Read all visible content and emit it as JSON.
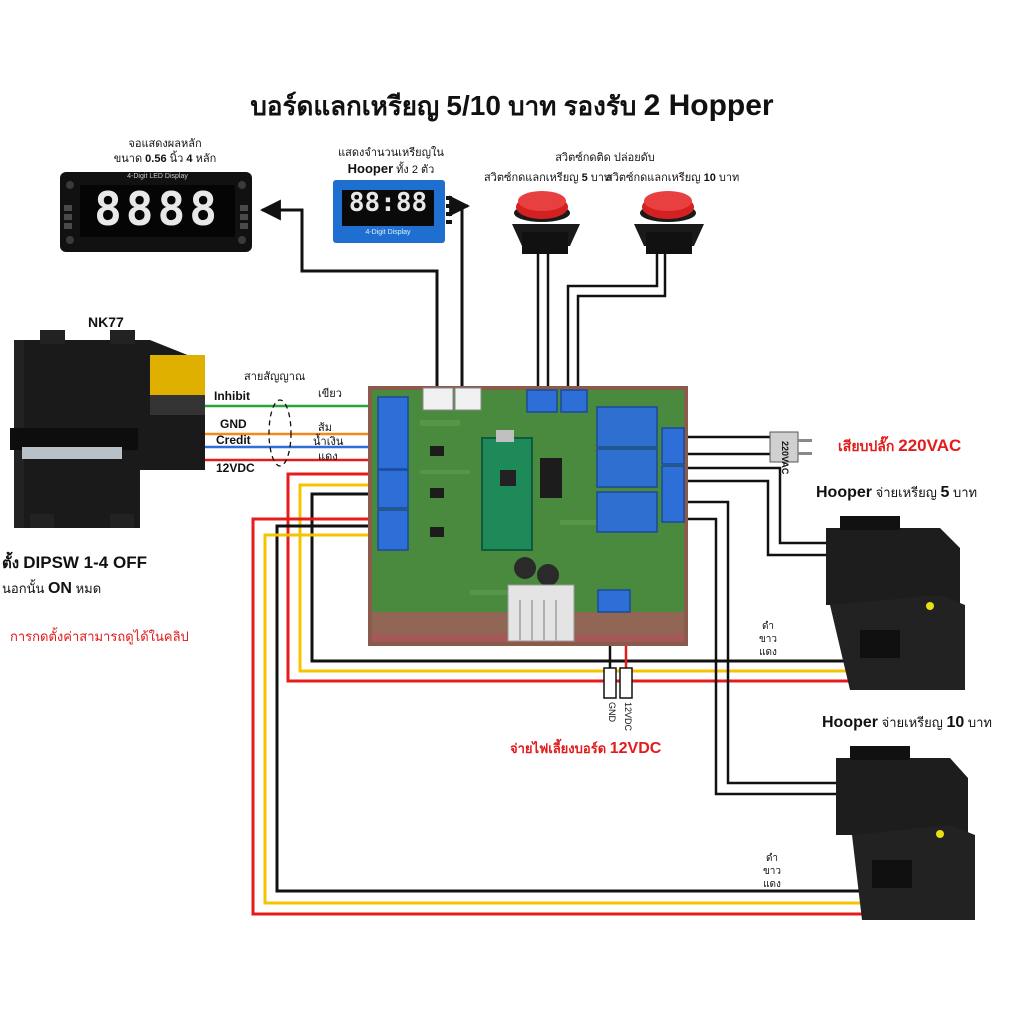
{
  "title": {
    "prefix": "บอร์ดแลกเหรียญ ",
    "nums": "5/10",
    "mid": " บาท รองรับ ",
    "big": "2 Hopper"
  },
  "big_display": {
    "caption1": "จอแสดงผลหลัก",
    "caption2_pre": "ขนาด ",
    "size": "0.56",
    "caption2_mid": " นิ้ว ",
    "digits_count": "4",
    "caption2_post": " หลัก",
    "module_label": "4-Digit LED Display",
    "digits": "8888"
  },
  "small_display": {
    "caption1": "แสดงจำนวนเหรียญใน",
    "caption2_bold": "Hooper",
    "caption2_post": " ทั้ง 2 ตัว",
    "module_label": "4-Digit Display",
    "digits": "88:88"
  },
  "switches": {
    "header": "สวิตซ์กดติด ปล่อยดับ",
    "sw5_pre": "สวิตซ์กดแลกเหรียญ ",
    "sw5_num": "5",
    "sw5_post": " บาท",
    "sw10_pre": "สวิตซ์กดแลกเหรียญ ",
    "sw10_num": "10",
    "sw10_post": " บาท"
  },
  "acceptor": {
    "name": "NK77",
    "signal_label": "สายสัญญาณ",
    "pins": [
      "Inhibit",
      "GND",
      "Credit",
      "12VDC"
    ],
    "wire_colors": [
      "เขียว",
      "ส้ม",
      "น้ำเงิน",
      "แดง"
    ],
    "dip_pre": "ตั้ง ",
    "dip_text": "DIPSW 1-4 OFF",
    "else_pre": "นอกนั้น ",
    "else_on": "ON",
    "else_post": " หมด",
    "note": "การกดตั้งค่าสามารถดูได้ในคลิป"
  },
  "power_ac": {
    "plug_label": "220VAC",
    "text_pre": "เสียบปลั๊ก ",
    "text_value": "220VAC"
  },
  "hopper5": {
    "bold": "Hooper",
    "pre": " จ่ายเหรียญ ",
    "num": "5",
    "post": " บาท",
    "wires": [
      "ดำ",
      "ขาว",
      "แดง"
    ]
  },
  "hopper10": {
    "bold": "Hooper",
    "pre": " จ่ายเหรียญ ",
    "num": "10",
    "post": " บาท",
    "wires": [
      "ดำ",
      "ขาว",
      "แดง"
    ]
  },
  "power_dc": {
    "gnd": "GND",
    "vdc": "12VDC",
    "caption_pre": "จ่ายไฟเลี้ยงบอร์ด ",
    "caption_value": "12VDC"
  },
  "colors": {
    "wire_red": "#e51c1c",
    "wire_yellow": "#f5c400",
    "wire_black": "#111111",
    "wire_green": "#2aa63a",
    "wire_orange": "#f08a1a",
    "wire_blue": "#2d6fd6",
    "pcb": "#4a8a3e",
    "relay": "#2f6fd0",
    "button_red": "#d42020"
  },
  "icons": [
    "big-led-display-icon",
    "small-led-display-icon",
    "push-button-icon",
    "coin-acceptor-icon",
    "hopper-icon",
    "pcb-board-icon",
    "ac-plug-icon"
  ]
}
